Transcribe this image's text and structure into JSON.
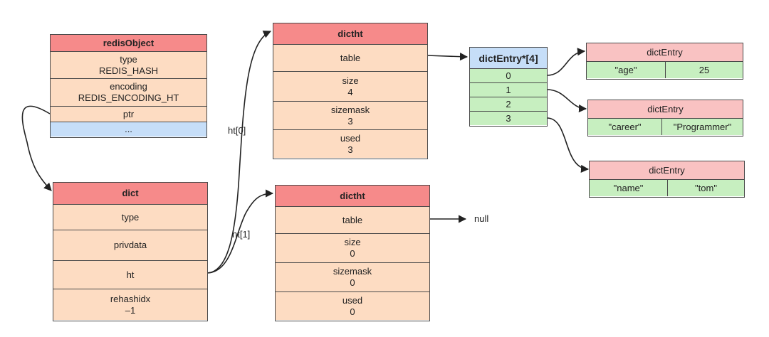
{
  "colors": {
    "header": "#f68a8a",
    "entry_header": "#f9c2c2",
    "field": "#fddcc2",
    "blue": "#c6def8",
    "green": "#c7efc0",
    "border": "#4a4a4a"
  },
  "redis_object": {
    "title": "redisObject",
    "type_label": "type",
    "type_value": "REDIS_HASH",
    "encoding_label": "encoding",
    "encoding_value": "REDIS_ENCODING_HT",
    "ptr": "ptr",
    "more": "..."
  },
  "dict": {
    "title": "dict",
    "type": "type",
    "privdata": "privdata",
    "ht": "ht",
    "rehashidx_label": "rehashidx",
    "rehashidx_value": "–1"
  },
  "dictht0": {
    "title": "dictht",
    "table": "table",
    "size_label": "size",
    "size_value": "4",
    "sizemask_label": "sizemask",
    "sizemask_value": "3",
    "used_label": "used",
    "used_value": "3"
  },
  "dictht1": {
    "title": "dictht",
    "table": "table",
    "size_label": "size",
    "size_value": "0",
    "sizemask_label": "sizemask",
    "sizemask_value": "0",
    "used_label": "used",
    "used_value": "0"
  },
  "entry_array": {
    "title": "dictEntry*[4]",
    "slots": [
      "0",
      "1",
      "2",
      "3"
    ]
  },
  "entries": [
    {
      "title": "dictEntry",
      "key": "\"age\"",
      "value": "25"
    },
    {
      "title": "dictEntry",
      "key": "\"career\"",
      "value": "\"Programmer\""
    },
    {
      "title": "dictEntry",
      "key": "\"name\"",
      "value": "\"tom\""
    }
  ],
  "labels": {
    "ht0": "ht[0]",
    "ht1": "ht[1]",
    "null": "null"
  }
}
